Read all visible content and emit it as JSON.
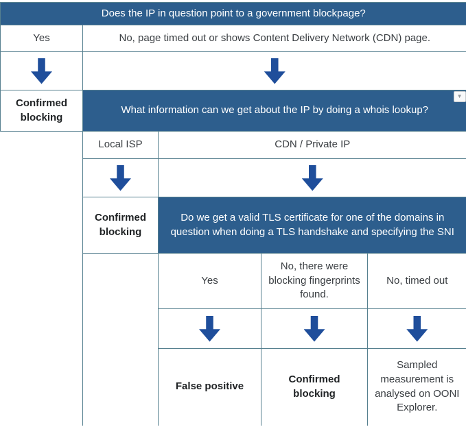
{
  "colors": {
    "header_bg": "#2d5e8d",
    "border": "#56808f",
    "arrow": "#1f4e9b",
    "text": "#3a3e42",
    "bold_text": "#1f2224",
    "header_text": "#ffffff"
  },
  "icons": {
    "down_arrow": "⬇",
    "dropdown_caret": "▼"
  },
  "flowchart": {
    "q1": {
      "question": "Does the IP in question point to a government blockpage?",
      "answer_yes": "Yes",
      "answer_no": "No, page timed out or shows Content Delivery Network (CDN) page.",
      "yes_outcome": "Confirmed blocking"
    },
    "q2": {
      "question": "What information can we get about the IP by doing a whois lookup?",
      "answer_local_isp": "Local ISP",
      "answer_cdn": "CDN / Private IP",
      "local_isp_outcome": "Confirmed blocking"
    },
    "q3": {
      "question": "Do we get a valid TLS certificate for one of the domains in question when doing a TLS handshake and specifying the SNI",
      "answer_yes": "Yes",
      "answer_fingerprints": "No, there were blocking fingerprints found.",
      "answer_timeout": "No, timed out",
      "yes_outcome": "False positive",
      "fingerprints_outcome": "Confirmed blocking",
      "timeout_outcome": "Sampled measurement is analysed on OONI Explorer."
    }
  }
}
